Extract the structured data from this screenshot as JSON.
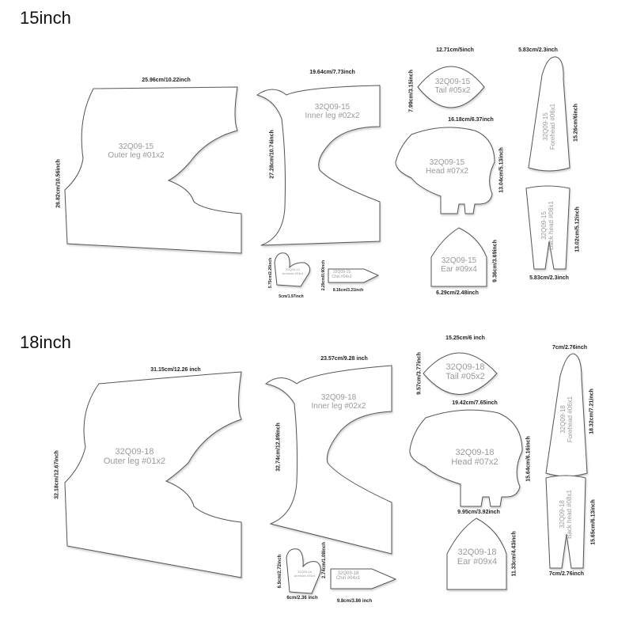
{
  "sections": [
    {
      "title": "15inch",
      "pieces": {
        "outer_leg": {
          "code": "32Q09-15",
          "name": "Outer leg #01x2",
          "width": "25.96cm/10.22inch",
          "height": "26.82cm/10.56inch"
        },
        "inner_leg": {
          "code": "32Q09-15",
          "name": "Inner leg #02x2",
          "width": "19.64cm/7.73inch",
          "height": "27.28cm/10.74inch"
        },
        "tail": {
          "code": "32Q09-15",
          "name": "Tail #05x2",
          "width": "12.71cm/5inch",
          "height": "7.99cm/3.15inch"
        },
        "head": {
          "code": "32Q09-15",
          "name": "Head #07x2",
          "width": "16.18cm/6.37inch",
          "height": "13.04cm/5.13inch"
        },
        "ear": {
          "code": "32Q09-15",
          "name": "Ear #09x4",
          "width": "6.29cm/2.48inch",
          "height": "9.36cm/3.69inch"
        },
        "forehead": {
          "code": "32Q09-15",
          "name": "Forehead #06x1",
          "width": "5.83cm/2.3inch",
          "height": "15.26cm/6inch"
        },
        "back_head": {
          "code": "32Q09-15",
          "name": "Back head #08x1",
          "width": "5.83cm/2.3inch",
          "height": "13.02cm/5.12inch"
        },
        "armhole": {
          "code": "32Q09-15",
          "name": "Armhole #03x4",
          "width": "5cm/1.97inch",
          "height": "5.75cm/2.26inch"
        },
        "chin": {
          "code": "32Q09-15",
          "name": "Chin #04x1",
          "width": "8.16cm/3.21inch",
          "height": "2.29cm/0.90inch"
        }
      }
    },
    {
      "title": "18inch",
      "pieces": {
        "outer_leg": {
          "code": "32Q09-18",
          "name": "Outer leg #01x2",
          "width": "31.15cm/12.26 inch",
          "height": "32.18cm/12.67inch"
        },
        "inner_leg": {
          "code": "32Q09-18",
          "name": "Inner leg #02x2",
          "width": "23.57cm/9.28 inch",
          "height": "32.74cm/12.89inch"
        },
        "tail": {
          "code": "32Q09-18",
          "name": "Tail #05x2",
          "width": "15.25cm/6 inch",
          "height": "9.57cm/3.77inch"
        },
        "head": {
          "code": "32Q09-18",
          "name": "Head #07x2",
          "width": "19.42cm/7.65inch",
          "height": "15.64cm/6.16inch"
        },
        "ear": {
          "code": "32Q09-18",
          "name": "Ear #09x4",
          "width": "9.95cm/3.92inch",
          "height": "11.33cm/4.43inch"
        },
        "forehead": {
          "code": "32Q09-18",
          "name": "Forehead #06x1",
          "width": "7cm/2.76inch",
          "height": "18.32cm/7.21inch"
        },
        "back_head": {
          "code": "32Q09-18",
          "name": "Back head #08x1",
          "width": "7cm/2.76inch",
          "height": "15.65cm/6.13inch"
        },
        "armhole": {
          "code": "32Q09-18",
          "name": "Armhole #03x4",
          "width": "6cm/2.36 inch",
          "height": "6.9cm/2.72inch"
        },
        "chin": {
          "code": "32Q09-18",
          "name": "Chin #04x1",
          "width": "9.8cm/3.86 inch",
          "height": "2.74cm/1.08inch"
        }
      }
    }
  ]
}
